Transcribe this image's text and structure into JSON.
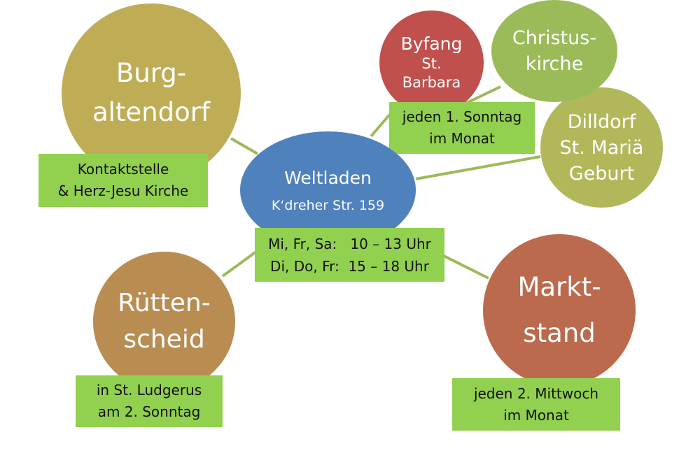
{
  "colors": {
    "burgaltendorf": "#bfad56",
    "weltladen": "#4f81bd",
    "byfang": "#c0504d",
    "christuskirche": "#9bbb59",
    "dilldorf": "#b2b85a",
    "ruettenscheid": "#b98d52",
    "marktstand": "#bc6a4d",
    "label_box": "#92d050",
    "connector": "#9bbb59"
  },
  "nodes": {
    "burgaltendorf": {
      "line1": "Burg-",
      "line2": "altendorf"
    },
    "weltladen": {
      "title": "Weltladen",
      "address": "K‘dreher Str. 159"
    },
    "byfang": {
      "line1": "Byfang",
      "line2": "St.",
      "line3": "Barbara"
    },
    "christuskirche": {
      "line1": "Christus-",
      "line2": "kirche"
    },
    "dilldorf": {
      "line1": "Dilldorf",
      "line2": "St. Mariä",
      "line3": "Geburt"
    },
    "ruettenscheid": {
      "line1": "Rütten-",
      "line2": "scheid"
    },
    "marktstand": {
      "line1": "Markt-",
      "line2": "stand"
    }
  },
  "boxes": {
    "burgaltendorf": {
      "line1": "Kontaktstelle",
      "line2": "& Herz-Jesu Kirche"
    },
    "weltladen": {
      "line1": "Mi, Fr, Sa:   10 – 13 Uhr",
      "line2": "Di, Do, Fr:  15 – 18 Uhr"
    },
    "first_sunday": {
      "line1": "jeden 1. Sonntag",
      "line2": "im Monat"
    },
    "ruettenscheid": {
      "line1": "in St. Ludgerus",
      "line2": "am 2. Sonntag"
    },
    "marktstand": {
      "line1": "jeden 2. Mittwoch",
      "line2": "im Monat"
    }
  }
}
